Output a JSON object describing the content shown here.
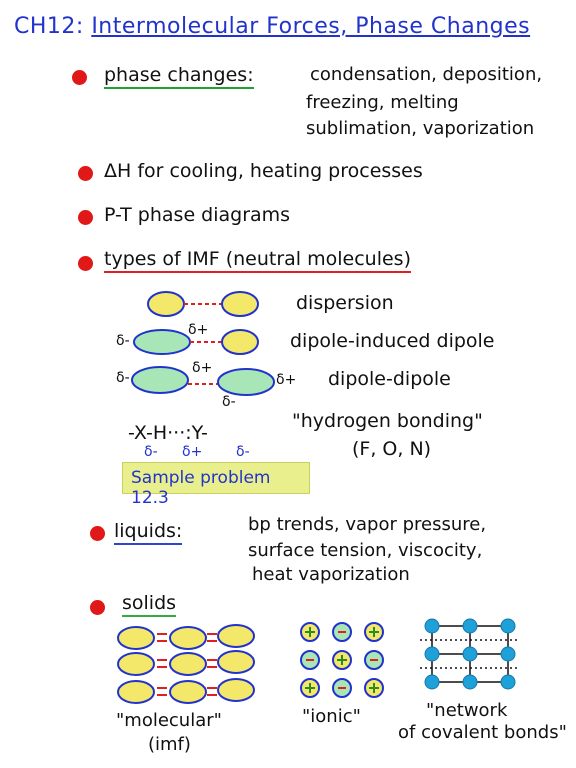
{
  "title": {
    "prefix": "CH12:",
    "text": "Intermolecular Forces, Phase Changes"
  },
  "bullets": {
    "phase_changes": {
      "label": "phase changes:",
      "items_line1": "condensation, deposition,",
      "items_line2": "freezing, melting",
      "items_line3": "sublimation, vaporization"
    },
    "delta_h": "ΔH for cooling, heating processes",
    "pt_diagrams": "P-T phase diagrams",
    "imf_types": "types of IMF (neutral molecules)",
    "liquids": {
      "label": "liquids:",
      "line1": "bp trends, vapor pressure,",
      "line2": "surface tension, viscocity,",
      "line3": "heat vaporization"
    },
    "solids": "solids"
  },
  "imf": {
    "dispersion": "dispersion",
    "dipole_induced": "dipole-induced dipole",
    "dipole_dipole": "dipole-dipole",
    "hbond": "\"hydrogen bonding\"",
    "hbond_atoms": "(F, O, N)",
    "hbond_formula": "-X-H···:Y-",
    "delta_minus": "δ-",
    "delta_plus": "δ+",
    "sample_problem": "Sample problem 12.3"
  },
  "solids_types": {
    "molecular": "\"molecular\"",
    "molecular_sub": "(imf)",
    "ionic": "\"ionic\"",
    "network": "\"network",
    "network_sub": "of covalent bonds\""
  },
  "colors": {
    "title_blue": "#2233cc",
    "bullet_red": "#e01818",
    "molecule_yellow": "#f3e86a",
    "molecule_green": "#a8e6b8",
    "network_node": "#1ea0d8",
    "sample_box": "#e9ef8c"
  }
}
